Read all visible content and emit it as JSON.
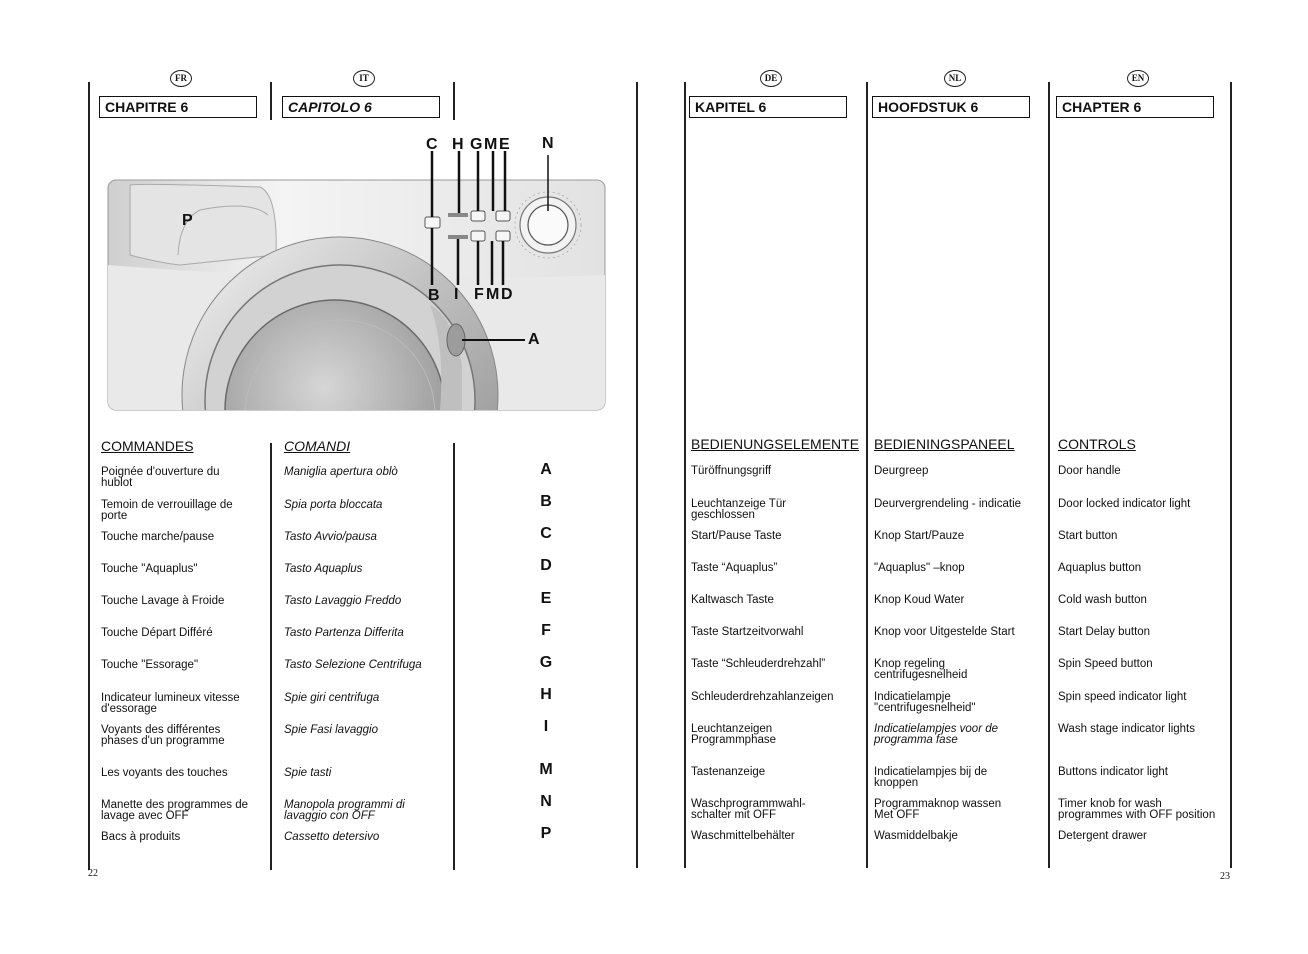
{
  "badges": {
    "fr": "FR",
    "it": "IT",
    "de": "DE",
    "nl": "NL",
    "en": "EN"
  },
  "chapters": {
    "fr": "CHAPITRE 6",
    "it": "CAPITOLO 6",
    "de": "KAPITEL 6",
    "nl": "HOOFDSTUK 6",
    "en": "CHAPTER 6"
  },
  "sections": {
    "fr": "COMMANDES",
    "it": "COMANDI",
    "de": "BEDIENUNGSELEMENTE",
    "nl": "BEDIENINGSPANEEL",
    "en": "CONTROLS"
  },
  "letters": [
    "A",
    "B",
    "C",
    "D",
    "E",
    "F",
    "G",
    "H",
    "I",
    "M",
    "N",
    "P"
  ],
  "fr": [
    "Poignée d'ouverture du\nhublot",
    "Temoin de verrouillage de\nporte",
    "Touche marche/pause",
    "Touche \"Aquaplus\"",
    "Touche Lavage à Froide",
    "Touche Départ Différé",
    "Touche \"Essorage\"",
    "Indicateur lumineux vitesse\nd'essorage",
    "Voyants des  différentes\nphases d'un programme",
    "Les voyants des  touches",
    "Manette des programmes de\nlavage avec OFF",
    "Bacs à produits"
  ],
  "it": [
    "Maniglia apertura oblò",
    "Spia porta bloccata",
    "Tasto Avvio/pausa",
    "Tasto Aquaplus",
    "Tasto Lavaggio Freddo",
    "Tasto Partenza Differita",
    "Tasto Selezione Centrifuga",
    "Spie giri centrifuga",
    "Spie Fasi lavaggio",
    "Spie tasti",
    "Manopola programmi di\nlavaggio con OFF",
    "Cassetto detersivo"
  ],
  "de": [
    "Türöffnungsgriff",
    "Leuchtanzeige Tür\ngeschlossen",
    "Start/Pause Taste",
    "Taste “Aquaplus”",
    "Kaltwasch Taste",
    "Taste Startzeitvorwahl",
    "Taste “Schleuderdrehzahl”",
    "Schleuderdrehzahlanzeigen",
    "Leuchtanzeigen\nProgrammphase",
    "Tastenanzeige",
    "Waschprogrammwahl-\nschalter mit OFF",
    "Waschmittelbehälter"
  ],
  "nl": [
    "Deurgreep",
    "Deurvergrendeling - indicatie",
    "Knop Start/Pauze",
    "\"Aquaplus\" –knop",
    "Knop Koud Water",
    "Knop voor Uitgestelde Start",
    "Knop regeling\ncentrifugesnelheid",
    "Indicatielampje\n\"centrifugesnelheid\"",
    "Indicatielampjes voor de\nprogramma fase",
    "Indicatielampjes bij de\nknoppen",
    "Programmaknop wassen\nMet OFF",
    "Wasmiddelbakje"
  ],
  "en": [
    "Door handle",
    "Door locked indicator light",
    "Start button",
    "Aquaplus button",
    "Cold wash button",
    "Start Delay button",
    "Spin Speed button",
    "Spin speed indicator light",
    "Wash stage indicator lights",
    "Buttons indicator light",
    "Timer knob for wash\nprogrammes with OFF position",
    "Detergent drawer"
  ],
  "nl_italic": [
    false,
    false,
    false,
    false,
    false,
    false,
    false,
    false,
    true,
    false,
    false,
    false
  ],
  "callouts": {
    "top": [
      "C",
      "H",
      "G",
      "M",
      "E",
      "N"
    ],
    "bottom": [
      "B",
      "I",
      "F",
      "M",
      "D"
    ],
    "A": "A",
    "P": "P"
  },
  "page_numbers": {
    "left": "22",
    "right": "23"
  }
}
